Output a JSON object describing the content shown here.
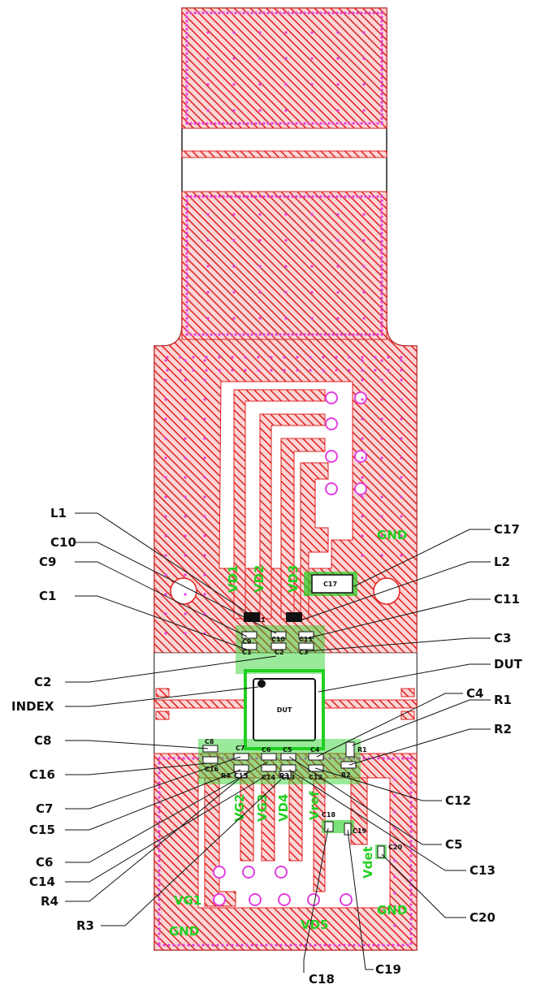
{
  "colors": {
    "copper": "#e02020",
    "copper_fill": "#f7c3c3",
    "via": "#e040e0",
    "silkscreen": "#22d022",
    "outline": "#222222"
  },
  "silkscreen_labels": {
    "vd1": "VD1",
    "vd2": "VD2",
    "vd3": "VD3",
    "vg1_bottom": "VG1",
    "vg2": "VG2",
    "vg3": "VG3",
    "vd4": "VD4",
    "vd5": "VD5",
    "vref": "Vref",
    "vdet": "Vdet",
    "gnd_top": "GND",
    "gnd_right": "GND",
    "gnd_left": "GND"
  },
  "refdes": {
    "l1": "L1",
    "l2": "L2",
    "c9": "C9",
    "c10": "C10",
    "c11": "C11",
    "c1": "C1",
    "c2": "C2",
    "c3": "C3",
    "c17": "C17",
    "dut": "DUT",
    "c8": "C8",
    "c7": "C7",
    "c6": "C6",
    "c5": "C5",
    "c4": "C4",
    "r1": "R1",
    "r2": "R2",
    "c16": "C16",
    "c15": "C15",
    "c14": "C14",
    "c13": "C13",
    "c12": "C12",
    "r4": "R4",
    "r3": "R3",
    "c18": "C18",
    "c19": "C19",
    "c20": "C20"
  },
  "callouts": {
    "left": {
      "l1": "L1",
      "c10": "C10",
      "c9": "C9",
      "c1": "C1",
      "c2": "C2",
      "index": "INDEX",
      "c8": "C8",
      "c16": "C16",
      "c7": "C7",
      "c15": "C15",
      "c6": "C6",
      "c14": "C14",
      "r4": "R4",
      "r3": "R3"
    },
    "right": {
      "c17": "C17",
      "l2": "L2",
      "c11": "C11",
      "c3": "C3",
      "dut": "DUT",
      "c4": "C4",
      "r1": "R1",
      "r2": "R2",
      "c12": "C12",
      "c5": "C5",
      "c13": "C13",
      "c20": "C20"
    },
    "bottom": {
      "c18": "C18",
      "c19": "C19"
    }
  }
}
